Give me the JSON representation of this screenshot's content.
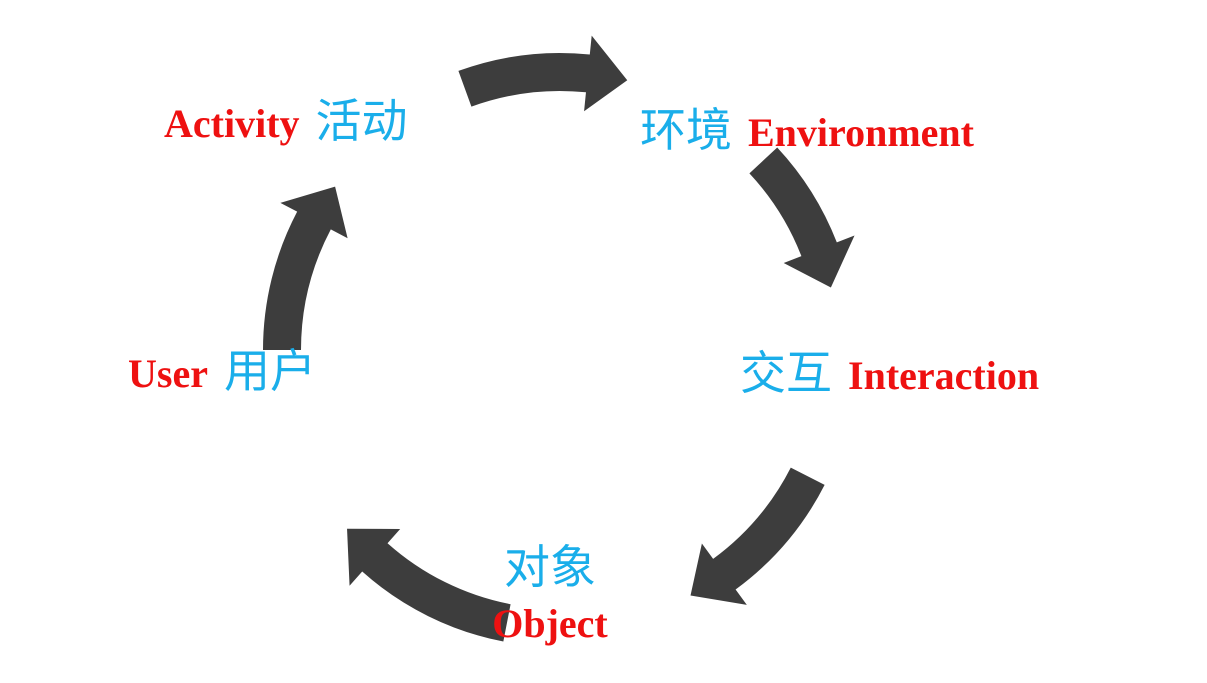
{
  "diagram": {
    "type": "cycle",
    "colors": {
      "english_label": "#ee1111",
      "chinese_label": "#1aaeea",
      "arrow": "#3d3d3d",
      "background": "#ffffff"
    },
    "nodes": [
      {
        "id": "activity",
        "en": "Activity",
        "zh": "活动"
      },
      {
        "id": "environment",
        "en": "Environment",
        "zh": "环境"
      },
      {
        "id": "interaction",
        "en": "Interaction",
        "zh": "交互"
      },
      {
        "id": "object",
        "en": "Object",
        "zh": "对象"
      },
      {
        "id": "user",
        "en": "User",
        "zh": "用户"
      }
    ],
    "edges": [
      {
        "from": "activity",
        "to": "environment"
      },
      {
        "from": "environment",
        "to": "interaction"
      },
      {
        "from": "interaction",
        "to": "object"
      },
      {
        "from": "object",
        "to": "user"
      },
      {
        "from": "user",
        "to": "activity"
      }
    ],
    "direction": "clockwise"
  }
}
